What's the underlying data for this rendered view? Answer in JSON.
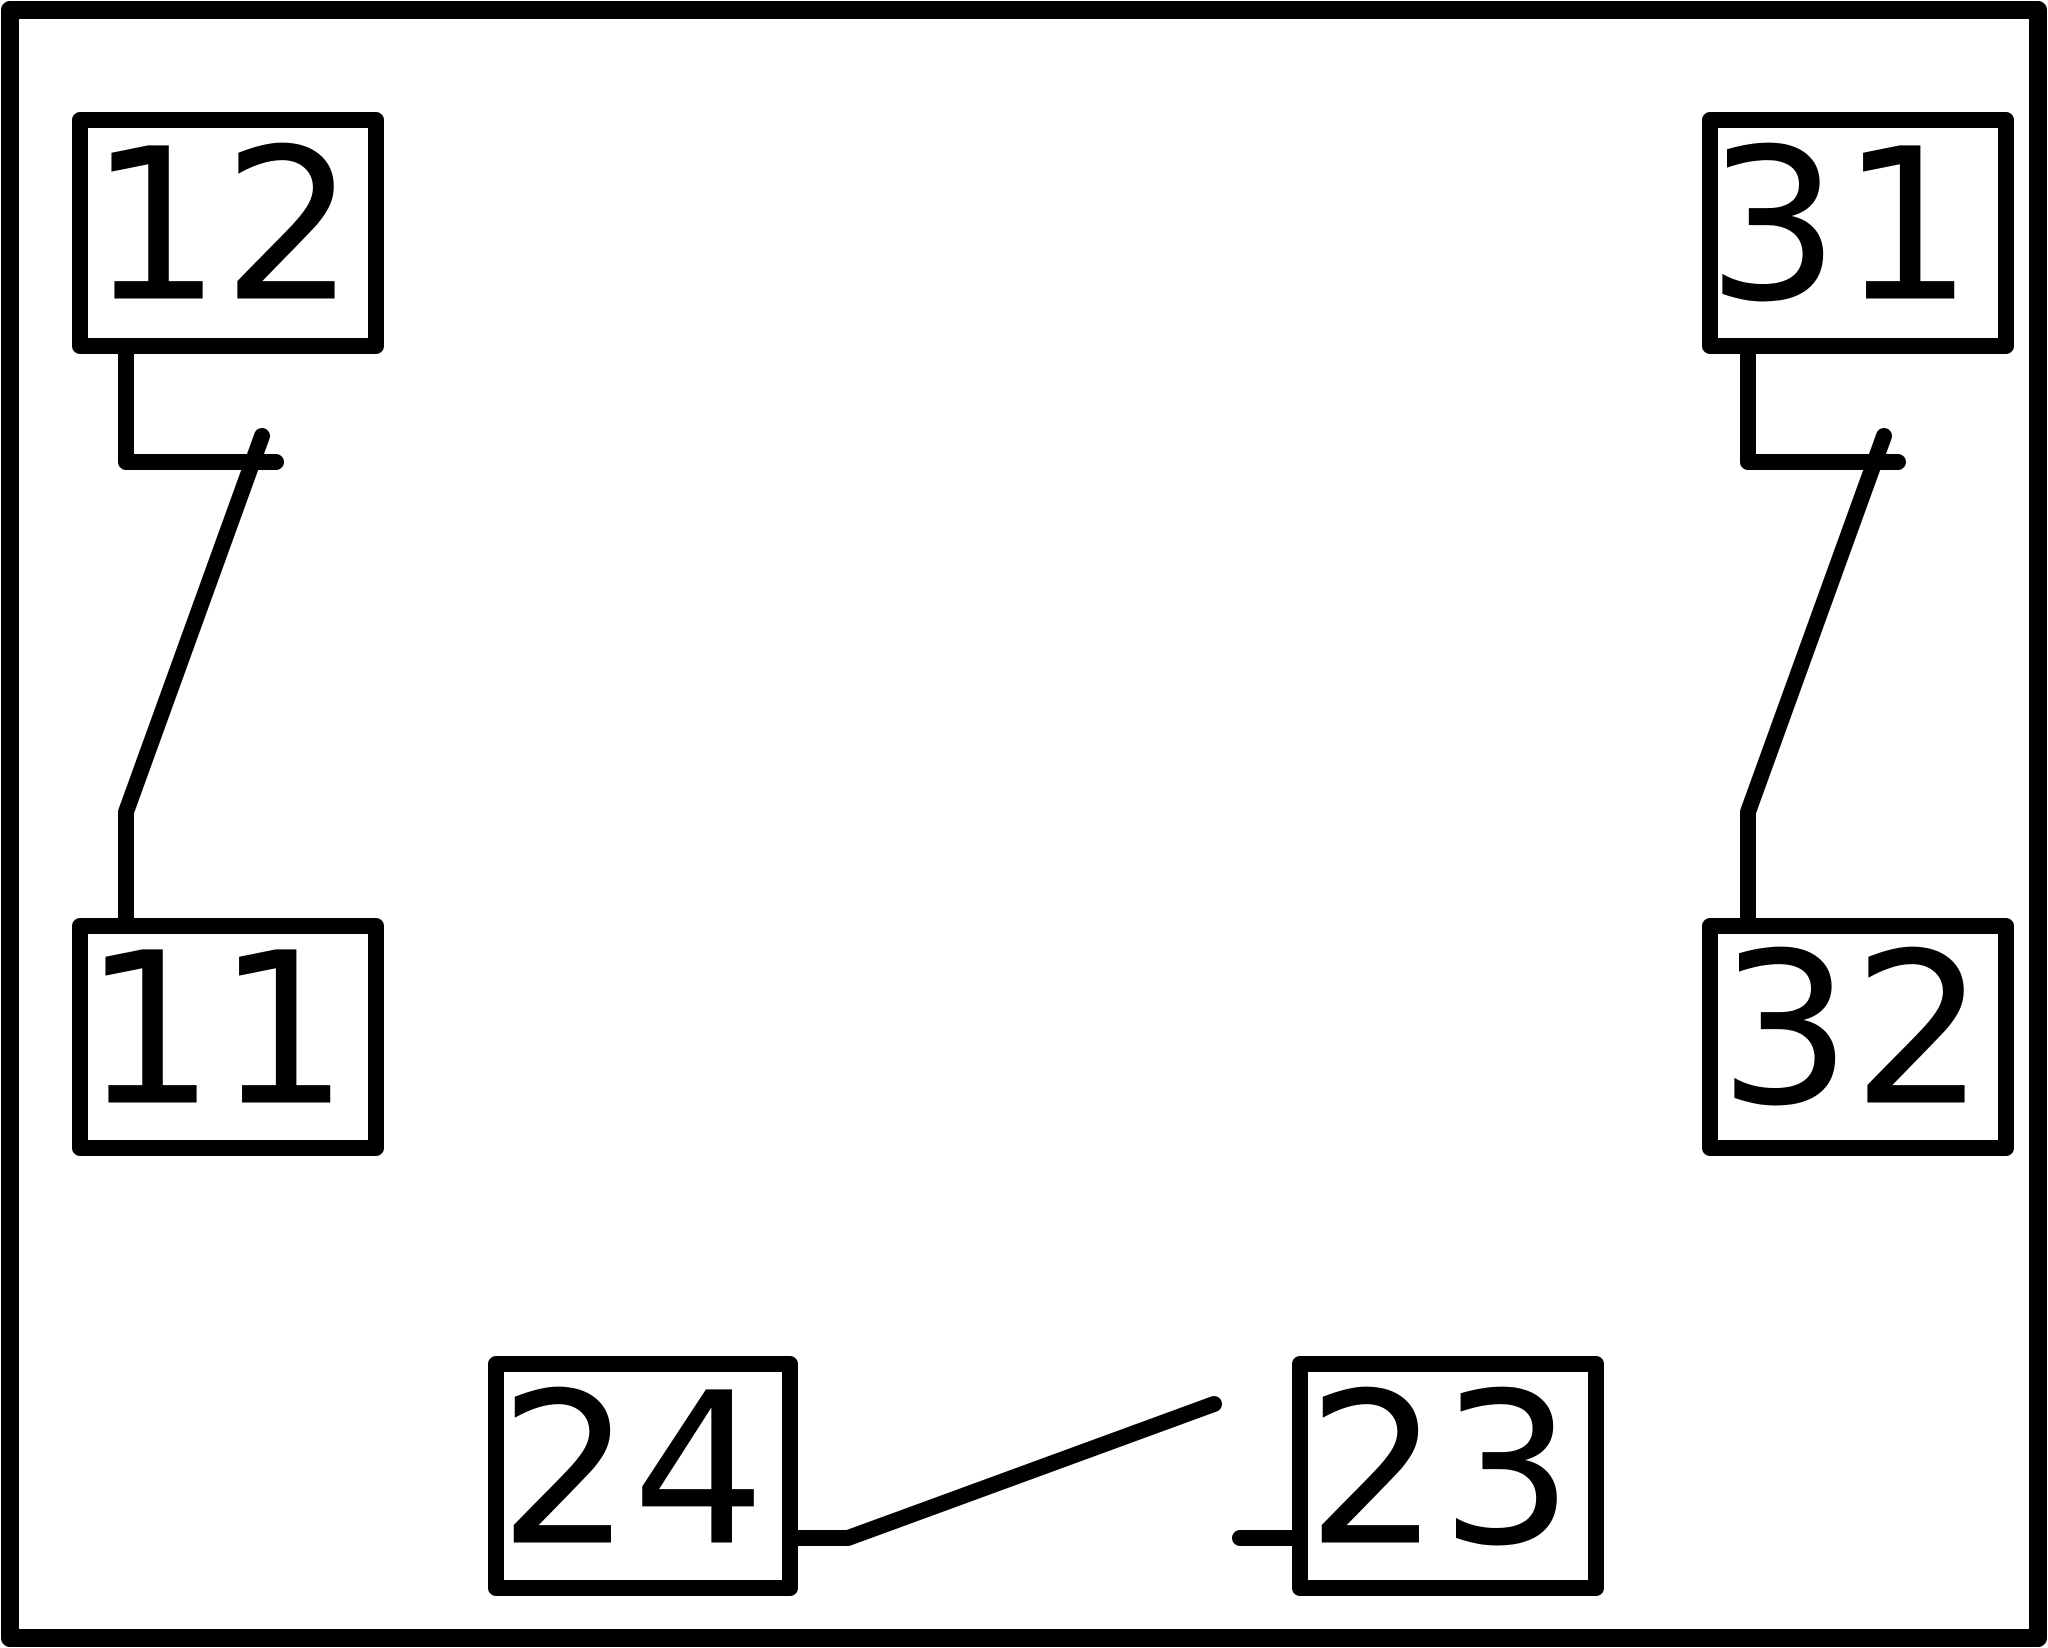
{
  "colors": {
    "stroke": "#000000",
    "background": "#ffffff"
  },
  "terminals": {
    "t12": "12",
    "t11": "11",
    "t31": "31",
    "t32": "32",
    "t24": "24",
    "t23": "23"
  }
}
